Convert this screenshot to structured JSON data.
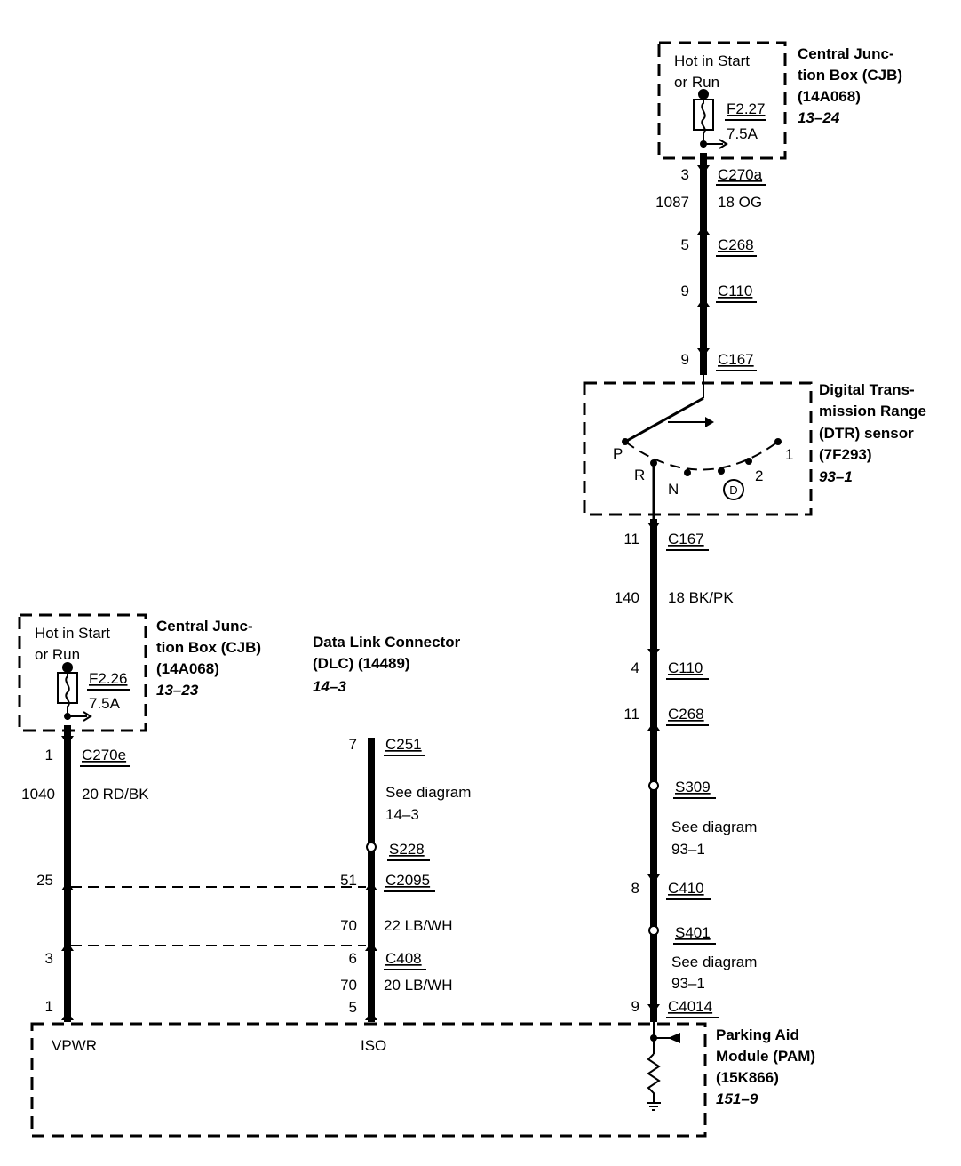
{
  "cjb_top": {
    "hot": [
      "Hot in Start",
      "or Run"
    ],
    "fuse": "F2.27",
    "amps": "7.5A",
    "title": [
      "Central Junc-",
      "tion Box (CJB)",
      "(14A068)"
    ],
    "ref": "13–24"
  },
  "cjb_left": {
    "hot": [
      "Hot in Start",
      "or Run"
    ],
    "fuse": "F2.26",
    "amps": "7.5A",
    "title": [
      "Central Junc-",
      "tion Box (CJB)",
      "(14A068)"
    ],
    "ref": "13–23"
  },
  "dtr": {
    "title": [
      "Digital Trans-",
      "mission Range",
      "(DTR) sensor",
      "(7F293)"
    ],
    "ref": "93–1",
    "positions": [
      "P",
      "R",
      "N",
      "D",
      "2",
      "1"
    ]
  },
  "dlc": {
    "title": [
      "Data Link Connector",
      "(DLC) (14489)"
    ],
    "ref": "14–3"
  },
  "pam": {
    "title": [
      "Parking Aid",
      "Module (PAM)",
      "(15K866)"
    ],
    "ref": "151–9",
    "pins": [
      "VPWR",
      "ISO"
    ]
  },
  "right_wire": [
    {
      "pin": "3",
      "label": "C270a"
    },
    {
      "pin": "1087",
      "label": "18 OG"
    },
    {
      "pin": "5",
      "label": "C268"
    },
    {
      "pin": "9",
      "label": "C110"
    },
    {
      "pin": "9",
      "label": "C167"
    },
    {
      "pin": "11",
      "label": "C167"
    },
    {
      "pin": "140",
      "label": "18 BK/PK"
    },
    {
      "pin": "4",
      "label": "C110"
    },
    {
      "pin": "11",
      "label": "C268"
    },
    {
      "pin": "",
      "label": "S309"
    },
    {
      "pin": "",
      "label": "See diagram"
    },
    {
      "pin": "",
      "label": "93–1"
    },
    {
      "pin": "8",
      "label": "C410"
    },
    {
      "pin": "",
      "label": "S401"
    },
    {
      "pin": "",
      "label": "See diagram"
    },
    {
      "pin": "",
      "label": "93–1"
    },
    {
      "pin": "9",
      "label": "C4014"
    }
  ],
  "left_wire": [
    {
      "pin": "1",
      "label": "C270e"
    },
    {
      "pin": "1040",
      "label": "20 RD/BK"
    },
    {
      "pin": "25",
      "label": ""
    },
    {
      "pin": "3",
      "label": ""
    },
    {
      "pin": "1",
      "label": ""
    }
  ],
  "mid_wire": [
    {
      "pin": "7",
      "label": "C251"
    },
    {
      "pin": "",
      "label": "See diagram"
    },
    {
      "pin": "",
      "label": "14–3"
    },
    {
      "pin": "",
      "label": "S228"
    },
    {
      "pin": "51",
      "label": "C2095"
    },
    {
      "pin": "70",
      "label": "22 LB/WH"
    },
    {
      "pin": "6",
      "label": "C408"
    },
    {
      "pin": "70",
      "label": "20 LB/WH"
    },
    {
      "pin": "5",
      "label": ""
    }
  ]
}
